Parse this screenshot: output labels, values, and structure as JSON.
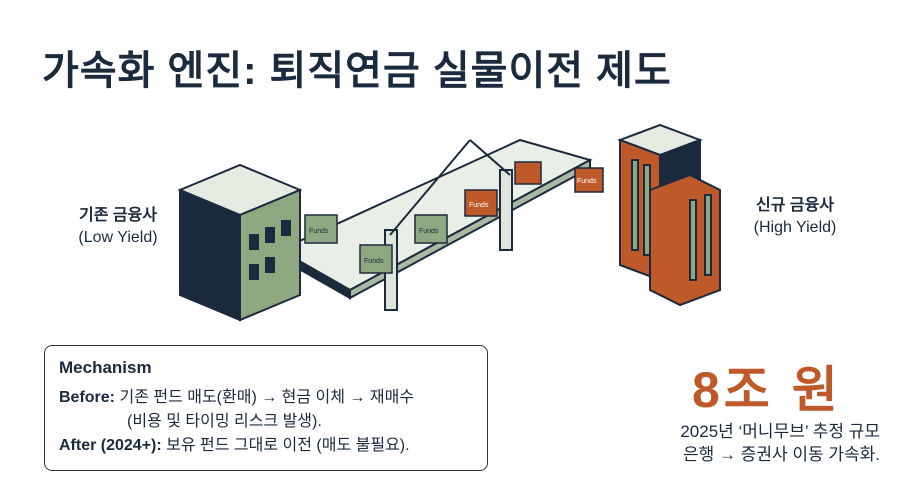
{
  "title": "가속화 엔진: 퇴직연금 실물이전 제도",
  "left_institution": {
    "name": "기존 금융사",
    "sub": "(Low Yield)"
  },
  "right_institution": {
    "name": "신규 금융사",
    "sub": "(High Yield)"
  },
  "box_label": "Funds",
  "colors": {
    "navy": "#1b2a3d",
    "green": "#8fa882",
    "orange": "#c0592a"
  },
  "mechanism": {
    "heading": "Mechanism",
    "before_label": "Before:",
    "before_text": "기존 펀드 매도(환매) → 현금 이체 → 재매수",
    "before_note": "(비용 및 타이밍 리스크 발생).",
    "after_label": "After (2024+):",
    "after_text": "보유 펀드 그대로 이전 (매도 불필요)."
  },
  "stat": {
    "value": "8조 원",
    "line1": "2025년 ‘머니무브’ 추정 규모",
    "line2": "은행 → 증권사 이동 가속화."
  }
}
